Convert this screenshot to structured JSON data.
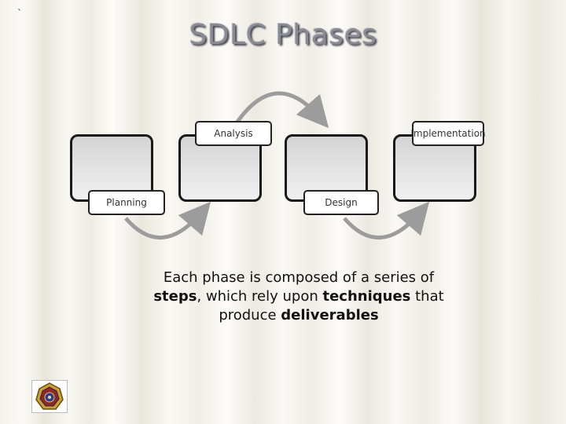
{
  "slide": {
    "corner_mark": "`",
    "title": "SDLC Phases"
  },
  "phases": [
    {
      "label": "Planning"
    },
    {
      "label": "Analysis"
    },
    {
      "label": "Design"
    },
    {
      "label": "Implementation"
    }
  ],
  "caption": {
    "part1": "Each phase is composed of a series of",
    "steps": "steps",
    "part2": ", which rely upon",
    "techniques": "techniques",
    "part3": "that produce",
    "deliverables": "deliverables"
  },
  "logo": {
    "icon": "institution-seal-icon"
  },
  "colors": {
    "arrow": "#9c9c9c",
    "box_border": "#1a1a1a",
    "title": "#8a8a94"
  }
}
